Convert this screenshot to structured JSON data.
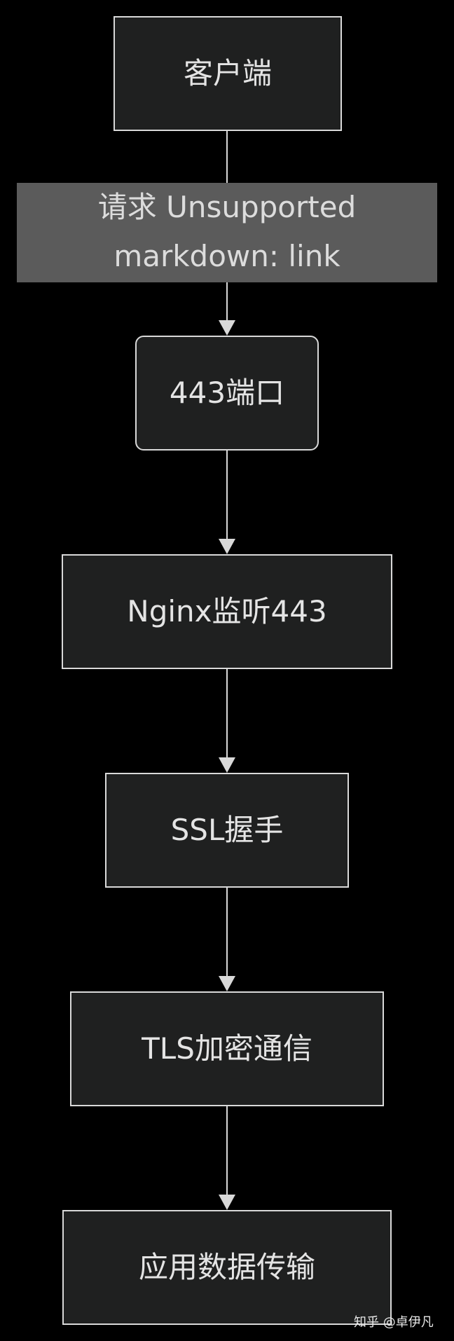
{
  "diagram": {
    "type": "flowchart",
    "nodes": [
      {
        "id": "client",
        "label": "客户端",
        "shape": "rect"
      },
      {
        "id": "port443",
        "label": "443端口",
        "shape": "rounded"
      },
      {
        "id": "nginx",
        "label": "Nginx监听443",
        "shape": "rect"
      },
      {
        "id": "ssl",
        "label": "SSL握手",
        "shape": "rect"
      },
      {
        "id": "tls",
        "label": "TLS加密通信",
        "shape": "rect"
      },
      {
        "id": "app",
        "label": "应用数据传输",
        "shape": "rect"
      }
    ],
    "edges": [
      {
        "from": "client",
        "to": "port443",
        "label": "请求 Unsupported\nmarkdown: link"
      },
      {
        "from": "port443",
        "to": "nginx",
        "label": ""
      },
      {
        "from": "nginx",
        "to": "ssl",
        "label": ""
      },
      {
        "from": "ssl",
        "to": "tls",
        "label": ""
      },
      {
        "from": "tls",
        "to": "app",
        "label": ""
      }
    ]
  },
  "watermark": "知乎 @卓伊凡",
  "colors": {
    "background": "#000000",
    "node_fill": "#1f2020",
    "node_border": "#d9d9d9",
    "text": "#e4e4e4",
    "edge_label_fill": "#5b5b5b"
  }
}
